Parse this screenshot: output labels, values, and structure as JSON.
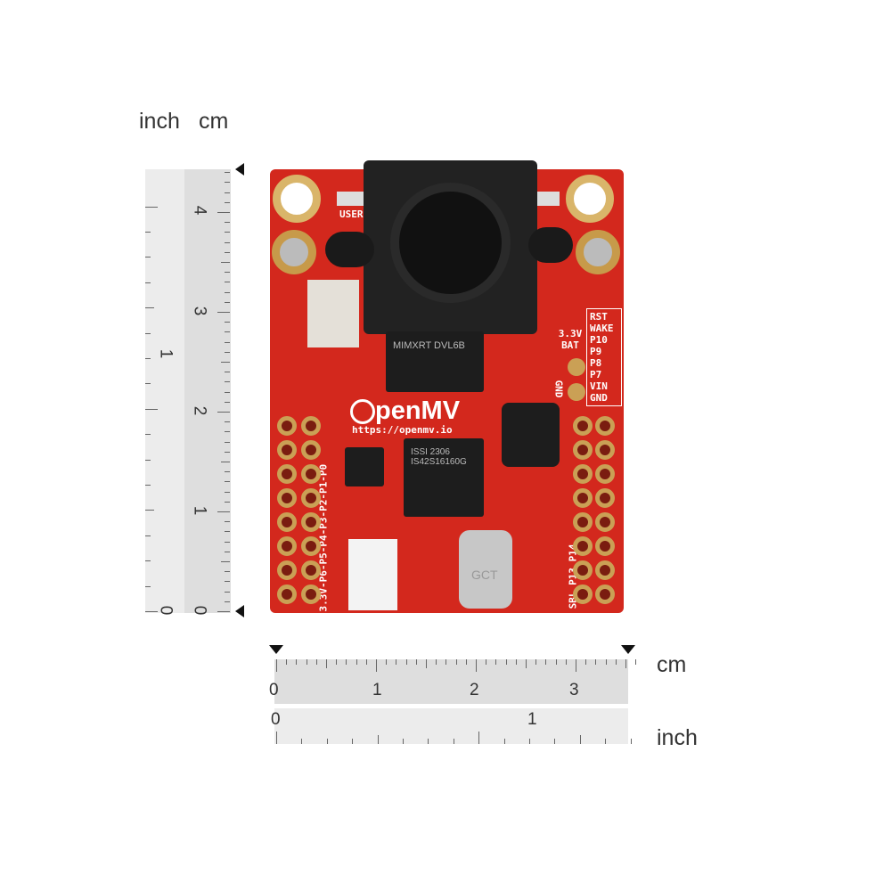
{
  "labels": {
    "inch": "inch",
    "cm": "cm"
  },
  "vertical_ruler": {
    "cm_ticks": [
      "0",
      "1",
      "2",
      "3",
      "4"
    ],
    "inch_ticks": [
      "0",
      "1"
    ]
  },
  "horizontal_ruler": {
    "cm_ticks": [
      "0",
      "1",
      "2",
      "3"
    ],
    "inch_ticks": [
      "0",
      "1"
    ]
  },
  "board": {
    "logo": "penMV",
    "url": "https://openmv.io",
    "right_labels": [
      "RST",
      "WAKE",
      "P10",
      "P9",
      "P8",
      "P7",
      "VIN",
      "GND"
    ],
    "bat_label": "3.3V BAT",
    "gnd_label": "GND",
    "left_pins": "3.3V-P6-P5-P4-P3-P2-P1-P0",
    "right_pins": "3.3V SBL P13 P14",
    "usb_label": "GCT",
    "user_label": "USER",
    "chip_text": "ISSI 2306 IS42S16160G",
    "mcu_text": "MIMXRT DVL6B"
  }
}
